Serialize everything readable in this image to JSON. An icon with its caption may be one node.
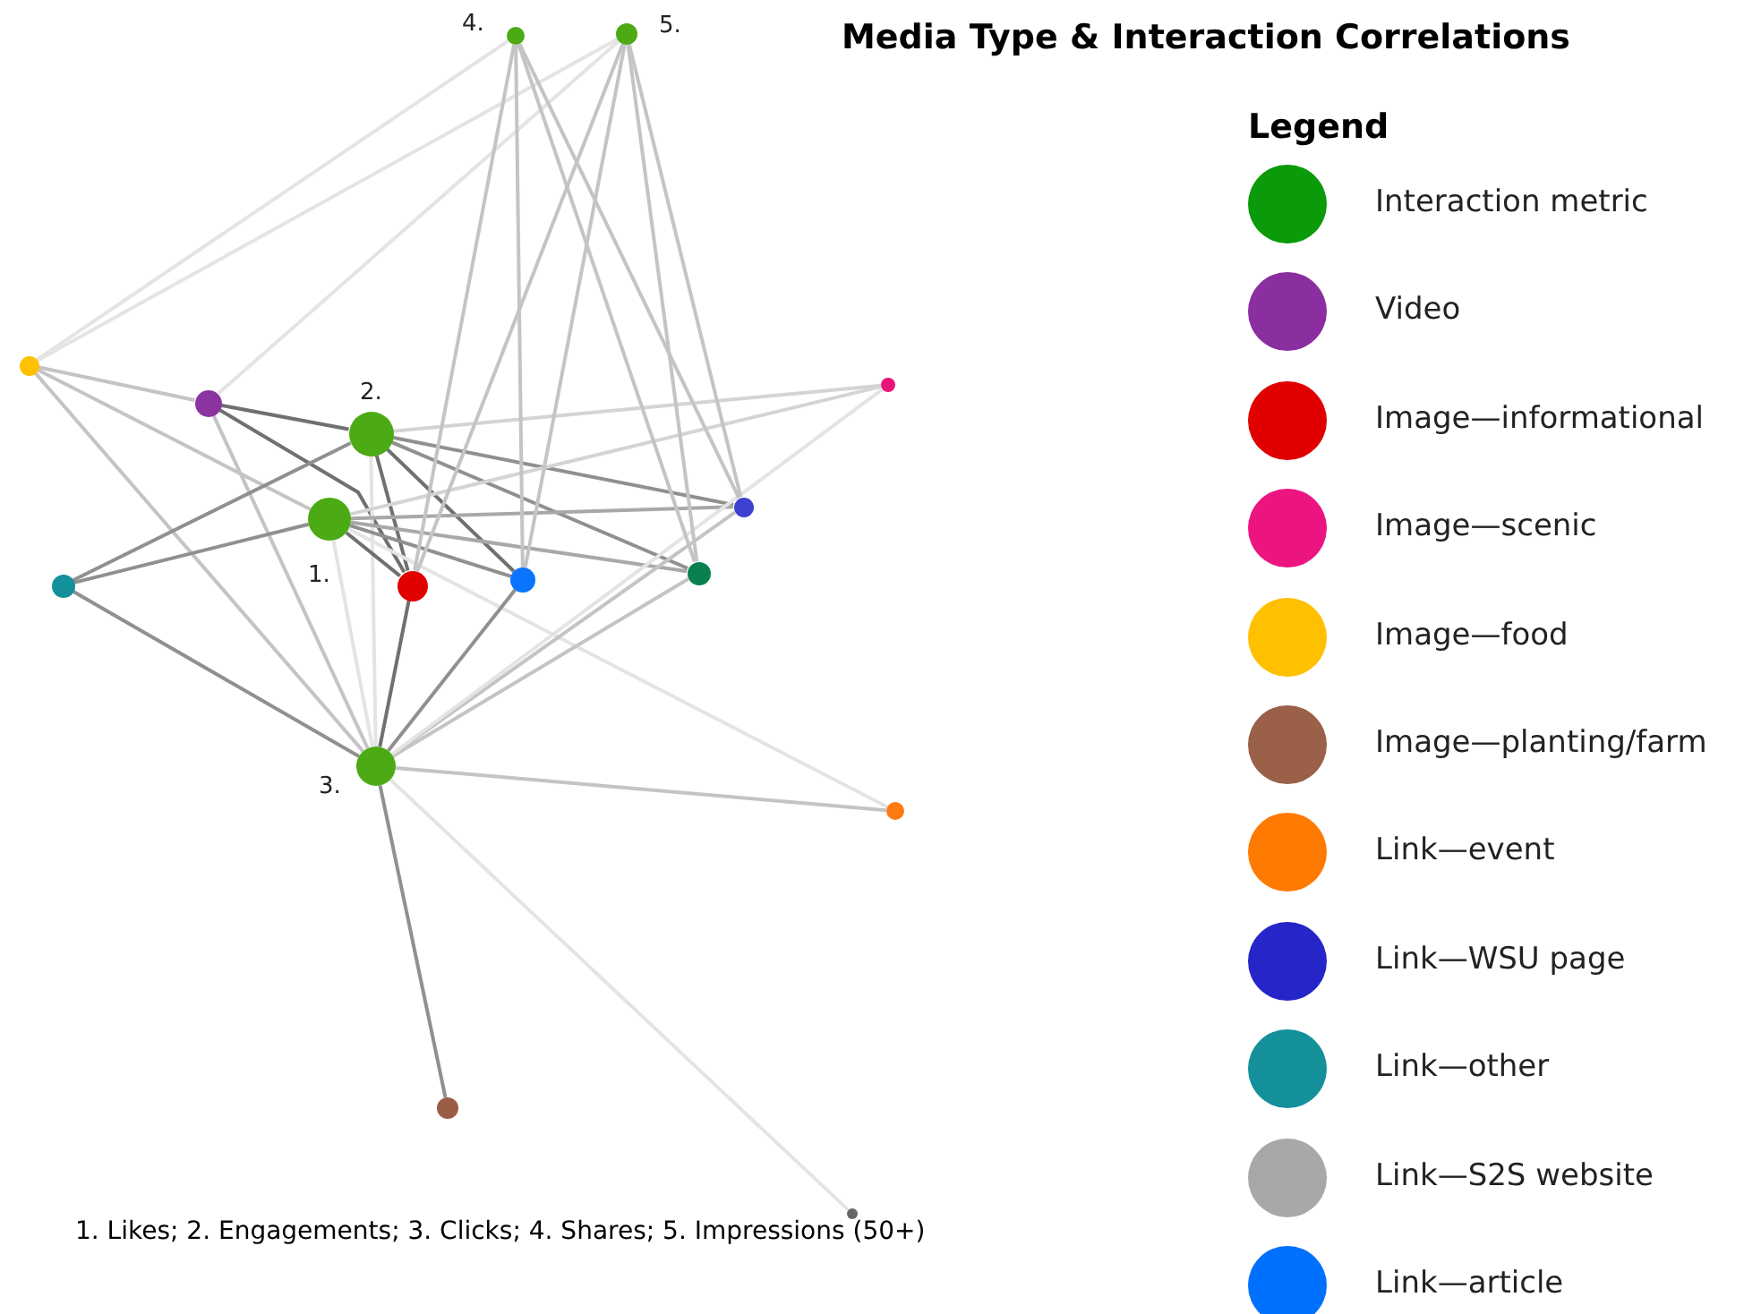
{
  "diagram": {
    "title": "Media Type & Interaction Correlations",
    "nodes": [
      {
        "text": [],
        "shape": "circle",
        "beside": [
          "1."
        ]
      },
      {
        "text": [],
        "shape": "circle",
        "beside": [
          "2."
        ]
      },
      {
        "text": [],
        "shape": "circle",
        "beside": [
          "3."
        ]
      },
      {
        "text": [],
        "shape": "circle",
        "beside": [
          "4."
        ]
      },
      {
        "text": [],
        "shape": "circle",
        "beside": [
          "5."
        ]
      },
      {
        "text": [],
        "shape": "circle"
      },
      {
        "text": [],
        "shape": "circle"
      },
      {
        "text": [],
        "shape": "circle"
      },
      {
        "text": [],
        "shape": "circle"
      },
      {
        "text": [],
        "shape": "circle"
      },
      {
        "text": [],
        "shape": "circle"
      },
      {
        "text": [],
        "shape": "circle"
      },
      {
        "text": [],
        "shape": "circle"
      },
      {
        "text": [],
        "shape": "circle"
      },
      {
        "text": [],
        "shape": "circle"
      },
      {
        "text": [],
        "shape": "circle"
      }
    ],
    "edges": [
      {
        "from": 5,
        "to": 3,
        "arrow": "none",
        "color": "#e4e4e4"
      },
      {
        "from": 5,
        "to": 4,
        "arrow": "none",
        "color": "#e4e4e4"
      },
      {
        "from": 5,
        "to": 6,
        "arrow": "none"
      },
      {
        "from": 5,
        "to": 0,
        "arrow": "none"
      },
      {
        "from": 5,
        "to": 2,
        "arrow": "none"
      },
      {
        "from": 6,
        "to": 4,
        "arrow": "none",
        "color": "#e4e4e4"
      },
      {
        "from": 6,
        "to": 1,
        "arrow": "none",
        "color": "#707070"
      },
      {
        "from": 6,
        "to": 11,
        "arrow": "none",
        "color": "#707070"
      },
      {
        "from": 6,
        "to": 2,
        "arrow": "none"
      },
      {
        "from": 12,
        "to": 1,
        "arrow": "none",
        "color": "#909090"
      },
      {
        "from": 12,
        "to": 0,
        "arrow": "none",
        "color": "#909090"
      },
      {
        "from": 12,
        "to": 2,
        "arrow": "none",
        "color": "#909090"
      },
      {
        "from": 1,
        "to": 11,
        "arrow": "none",
        "color": "#707070"
      },
      {
        "from": 1,
        "to": 10,
        "arrow": "none",
        "color": "#707070"
      },
      {
        "from": 1,
        "to": 8,
        "arrow": "none",
        "color": "#909090"
      },
      {
        "from": 1,
        "to": 9,
        "arrow": "none",
        "color": "#909090"
      },
      {
        "from": 1,
        "to": 7,
        "arrow": "none",
        "color": "#d4d4d4"
      },
      {
        "from": 1,
        "to": 2,
        "arrow": "none",
        "color": "#e4e4e4"
      },
      {
        "from": 0,
        "to": 11,
        "arrow": "none",
        "color": "#707070"
      },
      {
        "from": 0,
        "to": 10,
        "arrow": "none",
        "color": "#909090"
      },
      {
        "from": 0,
        "to": 8,
        "arrow": "none",
        "color": "#a8a8a8"
      },
      {
        "from": 0,
        "to": 9,
        "arrow": "none",
        "color": "#a8a8a8"
      },
      {
        "from": 0,
        "to": 7,
        "arrow": "none",
        "color": "#d4d4d4"
      },
      {
        "from": 0,
        "to": 2,
        "arrow": "none",
        "color": "#e4e4e4"
      },
      {
        "from": 0,
        "to": 13,
        "arrow": "none",
        "color": "#e4e4e4"
      },
      {
        "from": 2,
        "to": 11,
        "arrow": "none",
        "color": "#707070"
      },
      {
        "from": 2,
        "to": 10,
        "arrow": "none",
        "color": "#909090"
      },
      {
        "from": 2,
        "to": 8,
        "arrow": "none"
      },
      {
        "from": 2,
        "to": 9,
        "arrow": "none"
      },
      {
        "from": 2,
        "to": 13,
        "arrow": "none"
      },
      {
        "from": 2,
        "to": 14,
        "arrow": "none",
        "color": "#909090"
      },
      {
        "from": 2,
        "to": 15,
        "arrow": "none",
        "color": "#e4e4e4"
      },
      {
        "from": 2,
        "to": 7,
        "arrow": "none",
        "color": "#e4e4e4"
      },
      {
        "from": 3,
        "to": 11,
        "arrow": "none"
      },
      {
        "from": 3,
        "to": 10,
        "arrow": "none"
      },
      {
        "from": 3,
        "to": 9,
        "arrow": "none"
      },
      {
        "from": 3,
        "to": 8,
        "arrow": "none"
      },
      {
        "from": 4,
        "to": 11,
        "arrow": "none"
      },
      {
        "from": 4,
        "to": 10,
        "arrow": "none"
      },
      {
        "from": 4,
        "to": 9,
        "arrow": "none"
      },
      {
        "from": 4,
        "to": 8,
        "arrow": "none"
      }
    ],
    "labels": [
      "Legend",
      "1. Likes; 2. Engagements; 3. Clicks; 4. Shares; 5. Impressions (50+)"
    ],
    "legend": [
      {
        "text": "Interaction metric",
        "color": "#0a9a0a"
      },
      {
        "text": "Video",
        "color": "#8a2ea0"
      },
      {
        "text": "Image—informational",
        "color": "#e00000"
      },
      {
        "text": "Image—scenic",
        "color": "#ec1480"
      },
      {
        "text": "Image—food",
        "color": "#ffc000"
      },
      {
        "text": "Image—planting/farm",
        "color": "#9a6048"
      },
      {
        "text": "Link—event",
        "color": "#ff7a00"
      },
      {
        "text": "Link—WSU page",
        "color": "#2525c8"
      },
      {
        "text": "Link—other",
        "color": "#13909a"
      },
      {
        "text": "Link—S2S website",
        "color": "#a8a8a8"
      },
      {
        "text": "Link—article",
        "color": "#0070ff"
      }
    ]
  }
}
